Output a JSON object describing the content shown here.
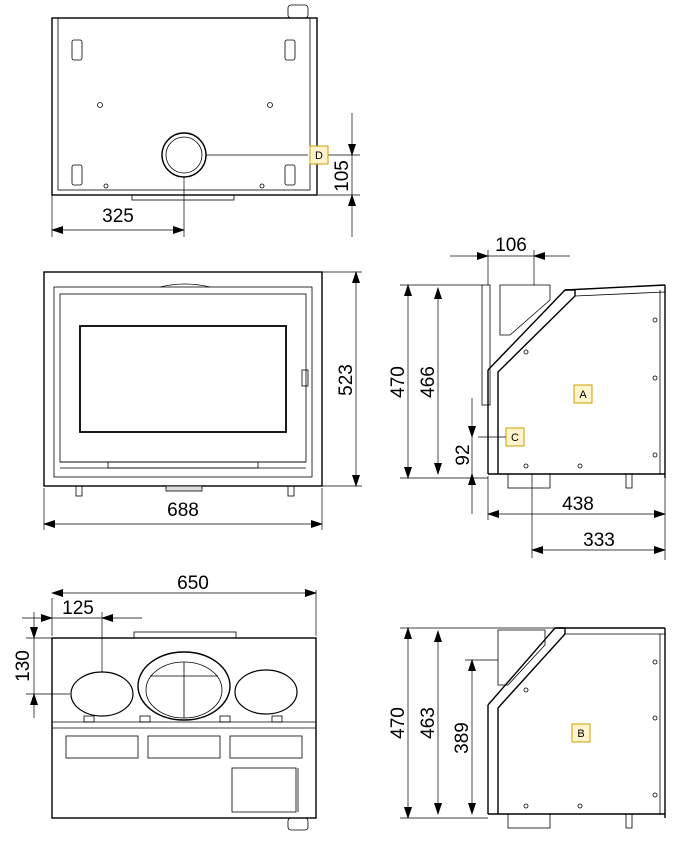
{
  "dimensions": {
    "top_view_width_to_flue": "325",
    "top_view_flue_depth": "105",
    "front_height": "523",
    "front_width": "688",
    "side_top_offset": "106",
    "side_height_outer": "470",
    "side_height_inner": "466",
    "side_air_inlet_height": "92",
    "side_depth_total": "438",
    "side_depth_partial": "333",
    "bottom_width": "650",
    "bottom_offset": "125",
    "bottom_depth": "130",
    "side2_height_outer": "470",
    "side2_height_mid": "463",
    "side2_height_inner": "389"
  },
  "labels": {
    "A": "A",
    "B": "B",
    "C": "C",
    "D": "D"
  },
  "colors": {
    "line": "#000000",
    "label_fill": "#fff4cc",
    "label_border": "#c8a000"
  }
}
